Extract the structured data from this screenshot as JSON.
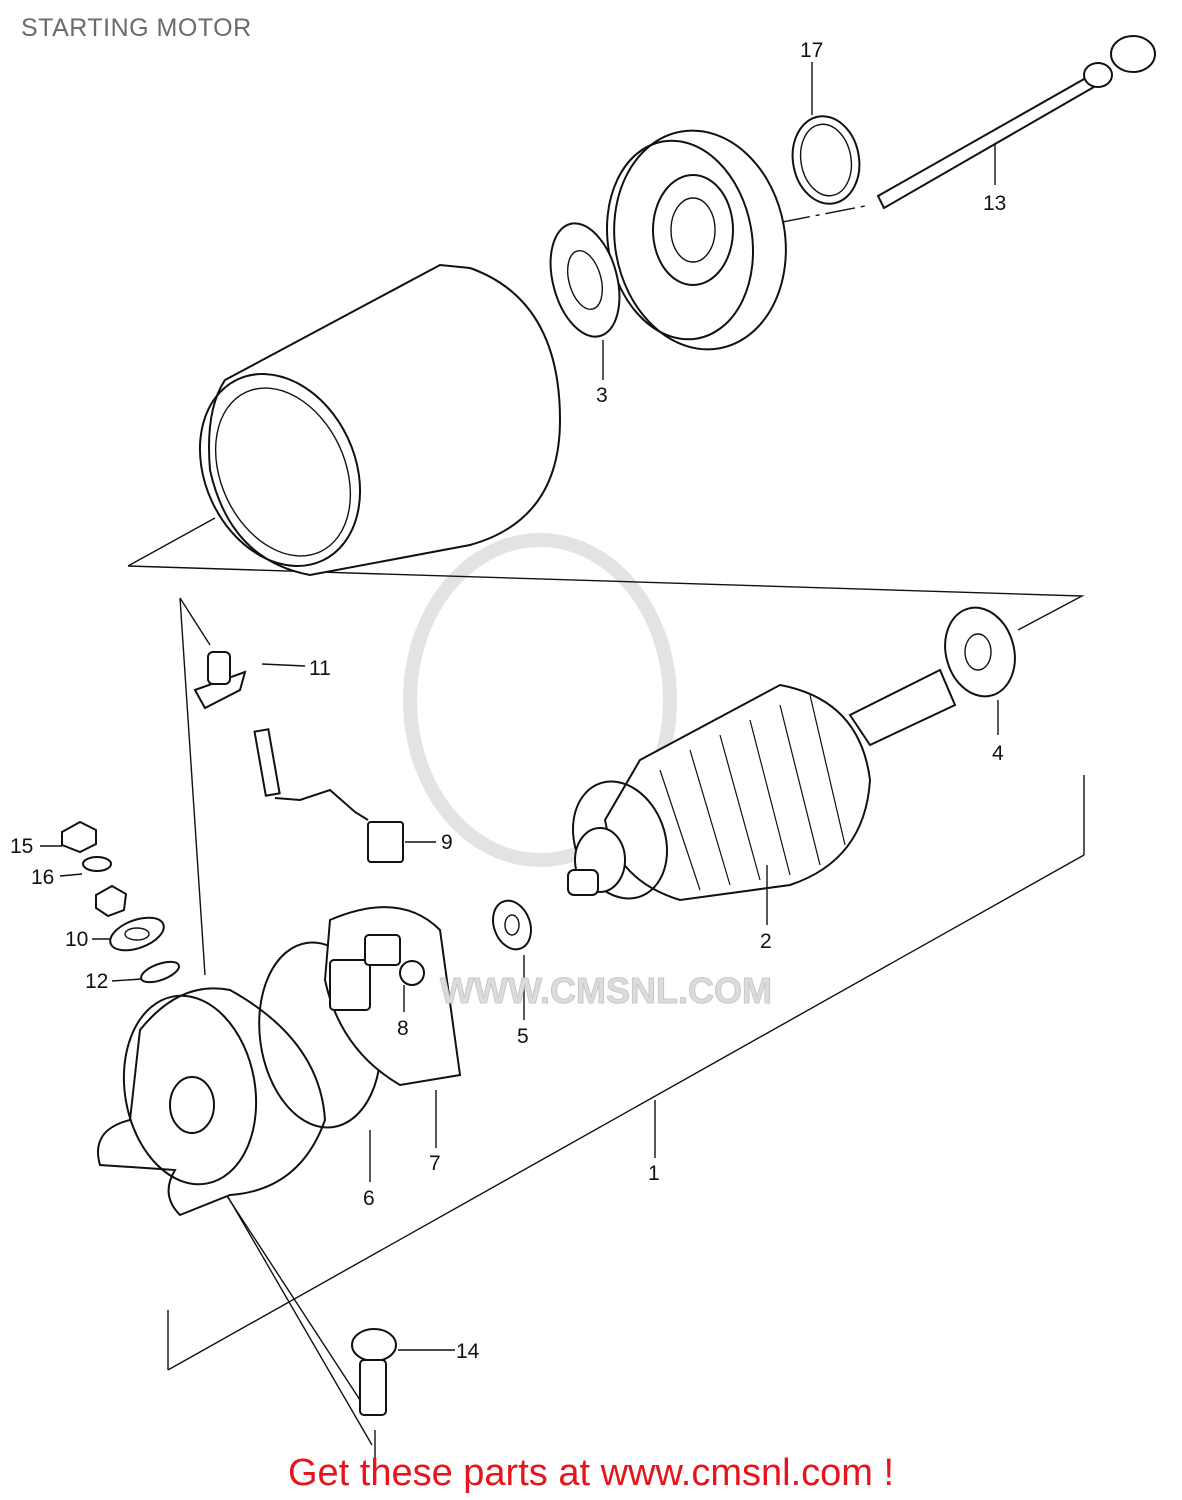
{
  "title": "STARTING MOTOR",
  "footer": "Get these parts at www.cmsnl.com !",
  "watermark": "WWW.CMSNL.COM",
  "colors": {
    "title": "#6b6b6b",
    "footer": "#e8141b",
    "lines": "#111111",
    "watermark": "#e0e0e0"
  },
  "callouts": {
    "p1": "1",
    "p2": "2",
    "p3": "3",
    "p4": "4",
    "p5": "5",
    "p6": "6",
    "p7": "7",
    "p8": "8",
    "p9": "9",
    "p10": "10",
    "p11": "11",
    "p12": "12",
    "p13": "13",
    "p14": "14",
    "p15": "15",
    "p16": "16",
    "p17": "17"
  }
}
